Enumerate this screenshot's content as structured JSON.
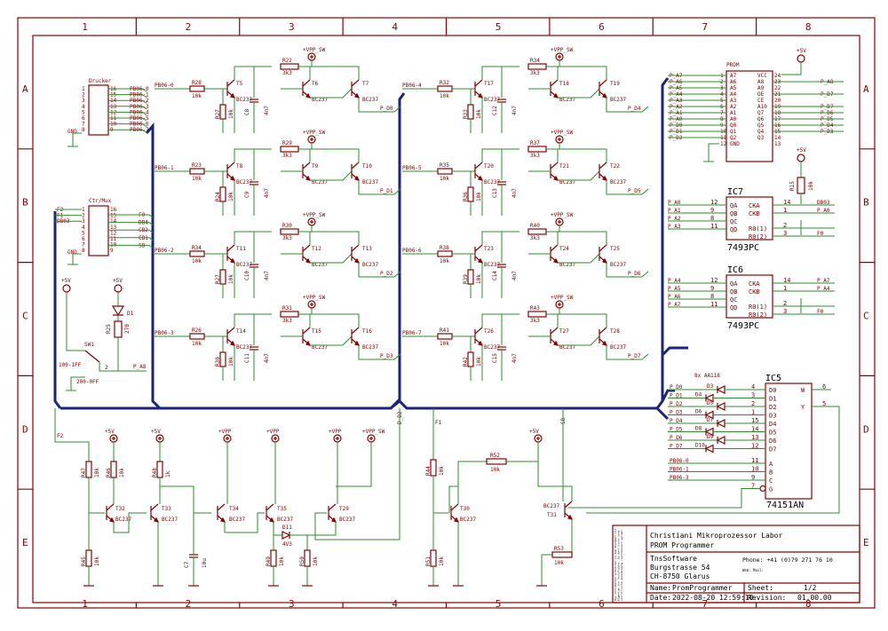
{
  "zones": {
    "columns": [
      "1",
      "2",
      "3",
      "4",
      "5",
      "6",
      "7",
      "8"
    ],
    "rows": [
      "A",
      "B",
      "C",
      "D",
      "E"
    ]
  },
  "connectors": {
    "drucker": {
      "title": "Drucker",
      "left_pins": [
        "1",
        "2",
        "3",
        "4",
        "5",
        "6",
        "7",
        "8"
      ],
      "right_pins": [
        "16",
        "15",
        "14",
        "13",
        "12",
        "11",
        "10",
        "9"
      ],
      "signals": [
        "PB06-0",
        "PB06-1",
        "PB06-2",
        "PB06-3",
        "PB06-4",
        "PB06-5",
        "PB06-6",
        "PB06-7"
      ],
      "gnd": "GND"
    },
    "ctrl": {
      "title": "Ctr/Mux",
      "left_pins": [
        "1",
        "2",
        "3",
        "4",
        "5",
        "6",
        "7",
        "8"
      ],
      "right_pins": [
        "16",
        "15",
        "14",
        "13",
        "12",
        "11",
        "10",
        "9"
      ],
      "left_signals": [
        "F2",
        "F1",
        "DB03"
      ],
      "right_signals": [
        "F0",
        "DB4",
        "CB2",
        "CB1",
        "SB"
      ],
      "gnd": "GND"
    }
  },
  "stages_left": [
    {
      "in": "PB06-0",
      "r_in": "R28",
      "r_pd": "R27",
      "r_col": "R22",
      "q1": "T5",
      "q2": "T6",
      "q3": "T7",
      "cap": "C8",
      "out": "P_D0",
      "vpp": "+VPP_SW"
    },
    {
      "in": "PB06-1",
      "r_in": "R23",
      "r_pd": "R24",
      "r_col": "R29",
      "q1": "T8",
      "q2": "T9",
      "q3": "T10",
      "cap": "C9",
      "out": "P_D1",
      "vpp": "+VPP_SW"
    },
    {
      "in": "PB06-2",
      "r_in": "R34",
      "r_pd": "R27",
      "r_col": "R30",
      "q1": "T11",
      "q2": "T12",
      "q3": "T13",
      "cap": "C10",
      "out": "P_D2",
      "vpp": "+VPP_SW"
    },
    {
      "in": "PB06-3",
      "r_in": "R26",
      "r_pd": "R30",
      "r_col": "R31",
      "q1": "T14",
      "q2": "T15",
      "q3": "T16",
      "cap": "C11",
      "out": "P_D3",
      "vpp": "+VPP_SW"
    }
  ],
  "stages_right": [
    {
      "in": "PB06-4",
      "r_in": "R32",
      "r_pd": "R33",
      "r_col": "R34",
      "q1": "T17",
      "q2": "T18",
      "q3": "T19",
      "cap": "C12",
      "out": "P_D4",
      "vpp": "+VPP_SW"
    },
    {
      "in": "PB06-5",
      "r_in": "R35",
      "r_pd": "R36",
      "r_col": "R37",
      "q1": "T20",
      "q2": "T21",
      "q3": "T22",
      "cap": "C13",
      "out": "P_D5",
      "vpp": "+VPP_SW"
    },
    {
      "in": "PB06-6",
      "r_in": "R38",
      "r_pd": "R39",
      "r_col": "R40",
      "q1": "T23",
      "q2": "T24",
      "q3": "T25",
      "cap": "C14",
      "out": "P_D6",
      "vpp": "+VPP_SW"
    },
    {
      "in": "PB06-7",
      "r_in": "R41",
      "r_pd": "R42",
      "r_col": "R43",
      "q1": "T26",
      "q2": "T27",
      "q3": "T28",
      "cap": "C15",
      "out": "P_D7",
      "vpp": "+VPP_SW"
    }
  ],
  "values": {
    "r_in": "10k",
    "r_pd": "10k",
    "r_col": "3k3",
    "cap": "4n7",
    "transistor": "BC237"
  },
  "led_section": {
    "vcc": "+5V",
    "resistor": "R25",
    "resistor_value": "270",
    "led": "D1",
    "switch": "SW1",
    "pos1": "100-1FF",
    "pos2": "2",
    "pos3": "200-0FF",
    "out": "P_A8"
  },
  "prom": {
    "title": "PROM",
    "vcc": "+5V",
    "left_pins": [
      "1",
      "2",
      "3",
      "4",
      "5",
      "6",
      "7",
      "8",
      "9",
      "10",
      "11",
      "12"
    ],
    "left_names": [
      "A7",
      "A6",
      "A5",
      "A4",
      "A3",
      "A2",
      "A1",
      "A0",
      "Q0",
      "Q1",
      "Q2",
      "GND"
    ],
    "left_signals": [
      "P_A7",
      "P_A6",
      "P_A5",
      "P_A4",
      "P_A3",
      "P_A2",
      "P_A1",
      "P_A0",
      "P_D0",
      "P_D1",
      "P_D2",
      ""
    ],
    "right_pins": [
      "24",
      "23",
      "22",
      "21",
      "20",
      "19",
      "18",
      "17",
      "16",
      "15",
      "14",
      "13"
    ],
    "right_names": [
      "VCC",
      "A8",
      "A9",
      "OE",
      "CE",
      "A10",
      "Q7",
      "Q6",
      "Q5",
      "Q4",
      "Q3",
      ""
    ],
    "right_signals": [
      "",
      "P_A8",
      "",
      "P_D7",
      "",
      "P_D7",
      "P_D6",
      "P_D5",
      "P_D4",
      "P_D3",
      "",
      ""
    ],
    "pullup": "R15",
    "pullup_value": "10k"
  },
  "counters": [
    {
      "ref": "IC7",
      "part": "7493PC",
      "pins_left": [
        "12",
        "9",
        "8",
        "11"
      ],
      "names_left": [
        "QA",
        "QB",
        "QC",
        "QD"
      ],
      "signals_left": [
        "P_A0",
        "P_A1",
        "P_A2",
        "P_A3"
      ],
      "pins_right": [
        "14",
        "1",
        "2",
        "3"
      ],
      "names_right": [
        "CKA",
        "CKB",
        "R0(1)",
        "R0(2)"
      ],
      "signals_right": [
        "DB03",
        "P_A0",
        "",
        "F0"
      ]
    },
    {
      "ref": "IC6",
      "part": "7493PC",
      "pins_left": [
        "12",
        "9",
        "8",
        "11"
      ],
      "names_left": [
        "QA",
        "QB",
        "QC",
        "QD"
      ],
      "signals_left": [
        "P_A4",
        "P_A5",
        "P_A6",
        "P_A7"
      ],
      "pins_right": [
        "14",
        "1",
        "2",
        "3"
      ],
      "names_right": [
        "CKA",
        "CKB",
        "R0(1)",
        "R0(2)"
      ],
      "signals_right": [
        "P_A7",
        "P_A4",
        "",
        "F0"
      ]
    }
  ],
  "mux": {
    "ref": "IC5",
    "part": "74151AN",
    "diode_label": "8x AA118",
    "inputs": [
      {
        "pin": "4",
        "name": "D0",
        "sig": "P_D0",
        "diode": "D3"
      },
      {
        "pin": "3",
        "name": "D1",
        "sig": "P_D1",
        "diode": "D4"
      },
      {
        "pin": "2",
        "name": "D2",
        "sig": "P_D2",
        "diode": "D5"
      },
      {
        "pin": "1",
        "name": "D3",
        "sig": "P_D3",
        "diode": "D6"
      },
      {
        "pin": "15",
        "name": "D4",
        "sig": "P_D4",
        "diode": "D7"
      },
      {
        "pin": "14",
        "name": "D5",
        "sig": "P_D5",
        "diode": "D8"
      },
      {
        "pin": "13",
        "name": "D6",
        "sig": "P_D6",
        "diode": "D9"
      },
      {
        "pin": "12",
        "name": "D7",
        "sig": "P_D7",
        "diode": "D10"
      }
    ],
    "select": [
      {
        "pin": "11",
        "name": "A",
        "sig": "PB06-0"
      },
      {
        "pin": "10",
        "name": "B",
        "sig": "PB06-1"
      },
      {
        "pin": "9",
        "name": "C",
        "sig": "PB06-3"
      },
      {
        "pin": "7",
        "name": "G",
        "sig": ""
      }
    ],
    "outputs": [
      {
        "pin": "6",
        "name": "W"
      },
      {
        "pin": "5",
        "name": "Y"
      }
    ]
  },
  "bottom": {
    "nets": [
      "F2",
      "D_B2",
      "F1",
      "SB"
    ],
    "supplies": [
      "+5V",
      "+5V",
      "+VPP",
      "+VPP",
      "+VPP",
      "+VPP_SW",
      "+5V"
    ],
    "transistors": [
      "T32",
      "T33",
      "T34",
      "T35",
      "T29",
      "T30",
      "T31"
    ],
    "resistors": [
      "R47",
      "R45",
      "R46",
      "R48",
      "R49",
      "R50",
      "R44",
      "R51",
      "R52",
      "R53"
    ],
    "resistor_values": [
      "10k",
      "10k",
      "10k",
      "1k",
      "10k",
      "10k",
      "10k",
      "10k",
      "10k",
      "10k"
    ],
    "cap": {
      "ref": "C7",
      "value": "10u"
    },
    "diode": {
      "ref": "D11",
      "value": "4V3"
    }
  },
  "titleblock": {
    "notice": "Die Information enthalten in dem Dokument ist Eigentum von TnsSoftware. Es darf nicht ohne schriftliche Genehmigung reproduziert werden.",
    "title1": "Christiani Mikroprozessor Labor",
    "title2": "PROM Programmer",
    "company": "TnsSoftware",
    "street": "Burgstrasse 54",
    "city": "CH-8750 Glarus",
    "phone": "Phone: +41 (0)79 271 76 10",
    "web": "Web: Mail:",
    "name_label": "Name:",
    "name_value": "PromProgrammer",
    "date_label": "Date:",
    "date_value": "2022-08-20 12:59:10",
    "sheet_label": "Sheet:",
    "sheet_value": "1/2",
    "rev_label": "Revision:",
    "rev_value": "01.00.00"
  }
}
